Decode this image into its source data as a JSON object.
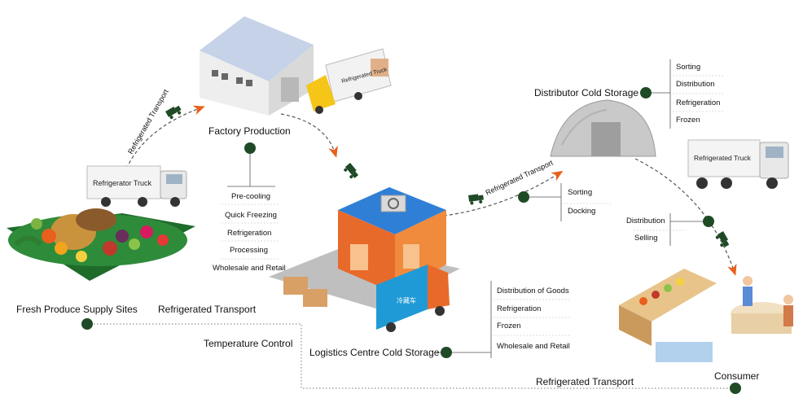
{
  "nodes": {
    "supply": "Fresh Produce Supply Sites",
    "factory": "Factory Production",
    "logistics": "Logistics Centre Cold Storage",
    "distributor": "Distributor Cold Storage",
    "consumer": "Consumer"
  },
  "links": {
    "refrigerated_transport_1": "Refrigerated Transport",
    "temperature_control": "Temperature Control",
    "refrigerated_transport_bottom": "Refrigerated Transport",
    "refrigerated_transport_arc_1": "Refrigerated Transport",
    "refrigerated_transport_arc_2": "Refrigerated Transport"
  },
  "truck_labels": {
    "refrigerator_truck": "Refrigerator Truck",
    "refrigerated_truck_factory": "Refrigerated Truck",
    "refrigerated_truck_distributor": "Refrigerated Truck",
    "logistics_van": "冷藏车"
  },
  "lists": {
    "factory": [
      "Pre-cooling",
      "Quick Freezing",
      "Refrigeration",
      "Processing",
      "Wholesale and Retail"
    ],
    "logistics": [
      "Distribution of Goods",
      "Refrigeration",
      "Frozen",
      "Wholesale and Retail"
    ],
    "transfer": [
      "Sorting",
      "Docking"
    ],
    "distributor": [
      "Sorting",
      "Distribution",
      "Refrigeration",
      "Frozen"
    ],
    "consumer": [
      "Distribution",
      "Selling"
    ]
  },
  "colors": {
    "node_dot": "#1f4a26",
    "arrow": "#e8601c",
    "truck_icon": "#1f4a26",
    "warehouse_blue": "#2f7fd6",
    "warehouse_orange": "#e86a2a"
  },
  "icons": [
    "truck-icon",
    "warehouse",
    "arch-warehouse",
    "market-stall",
    "produce-basket"
  ]
}
